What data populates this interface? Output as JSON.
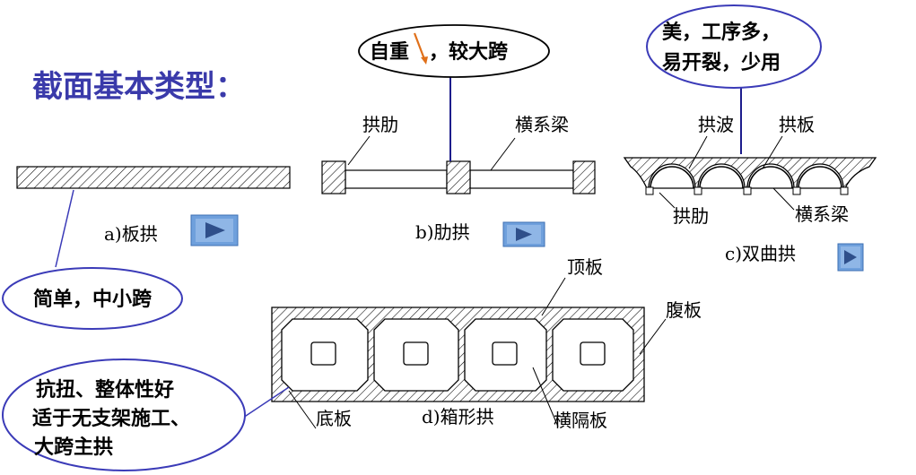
{
  "title": "截面基本类型：",
  "colors": {
    "title": "#3a3aaa",
    "bubble_border": "#3b3bb8",
    "button": "#6fa0dc",
    "arrow": "#e0701a"
  },
  "slab_arch": {
    "label": "a)板拱",
    "callout": "简单，中小跨"
  },
  "rib_arch": {
    "label": "b)肋拱",
    "rib_label": "拱肋",
    "beam_label": "横系梁",
    "callout_part1": "自重",
    "callout_part2": "，较大跨",
    "arrow_icon": "down-arrow-icon"
  },
  "double_curved_arch": {
    "label": "c)双曲拱",
    "wave_label": "拱波",
    "plate_label": "拱板",
    "rib_label": "拱肋",
    "beam_label": "横系梁",
    "callout_line1": "美，工序多，",
    "callout_line2": "易开裂，少用"
  },
  "box_arch": {
    "label": "d)箱形拱",
    "top_label": "顶板",
    "web_label": "腹板",
    "bottom_label": "底板",
    "diaphragm_label": "横隔板",
    "callout_line1": "抗扭、整体性好",
    "callout_line2": "适于无支架施工、",
    "callout_line3": "大跨主拱"
  },
  "play_icon": "play-icon"
}
